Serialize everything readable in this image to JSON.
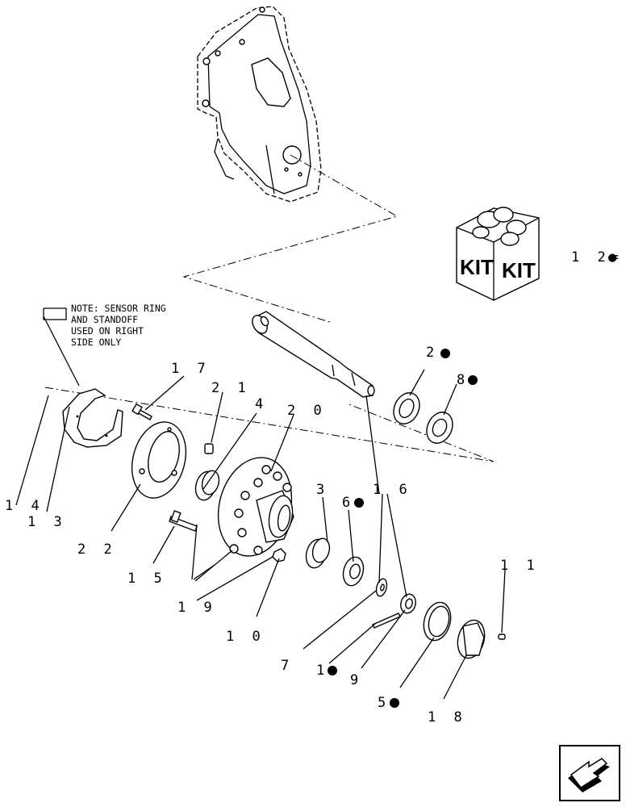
{
  "note": {
    "lines": [
      "NOTE: SENSOR RING",
      "AND STANDOFF",
      "USED ON RIGHT",
      "SIDE ONLY"
    ]
  },
  "kit": {
    "box_left_label": "KIT",
    "box_right_label": "KIT",
    "kit_callout": "1 2=",
    "bullet_symbol": "●"
  },
  "callouts": {
    "c1": "1",
    "c2": "2",
    "c3": "3",
    "c4": "4",
    "c5": "5",
    "c6": "6",
    "c7": "7",
    "c8": "8",
    "c9": "9",
    "c10": "1 0",
    "c11": "1 1",
    "c13": "1 3",
    "c14": "1 4",
    "c15": "1 5",
    "c16": "1 6",
    "c17": "1 7",
    "c18": "1 8",
    "c19": "1 9",
    "c20": "2 0",
    "c21": "2 1",
    "c22": "2 2"
  },
  "nav": {
    "icon": "next-page-arrow-icon"
  }
}
